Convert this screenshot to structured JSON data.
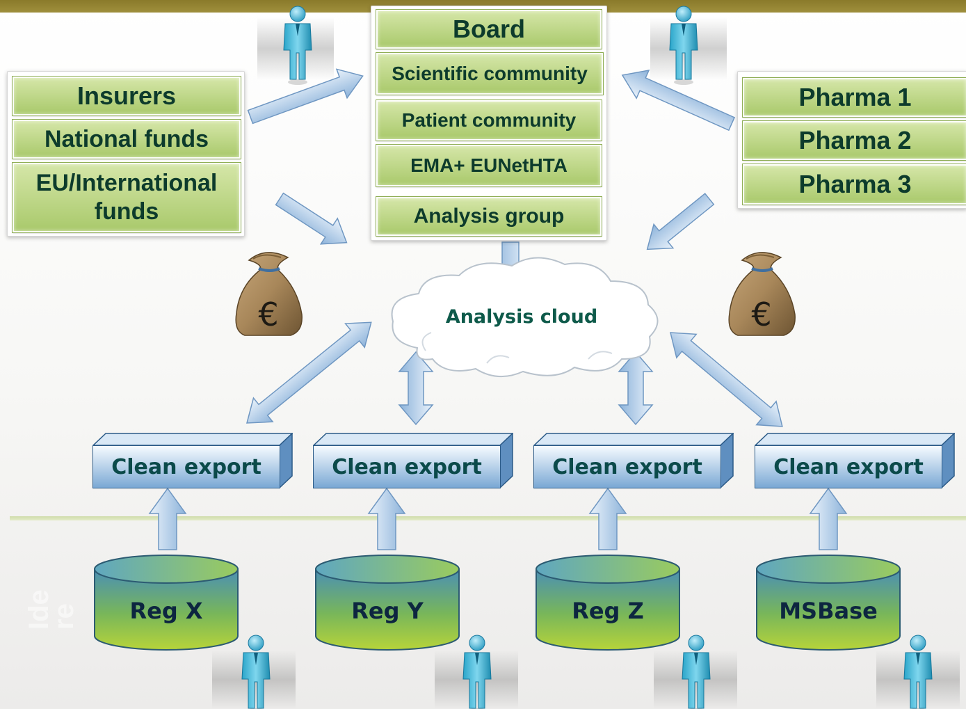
{
  "colors": {
    "top_bar": "#8f7f30",
    "green_box": "#b8d47e",
    "green_text": "#0d3b2c",
    "blue_box": "#9fc2e4",
    "cyan_text": "#0b4a4a"
  },
  "top_center": {
    "items": [
      "Board",
      "Scientific community",
      "Patient community",
      "EMA+ EUNetHTA",
      "Analysis group"
    ]
  },
  "left_funders": {
    "items": [
      "Insurers",
      "National funds",
      "EU/International funds"
    ]
  },
  "right_pharma": {
    "items": [
      "Pharma 1",
      "Pharma 2",
      "Pharma 3"
    ]
  },
  "cloud": {
    "label": "Analysis cloud"
  },
  "exports": [
    {
      "label": "Clean export"
    },
    {
      "label": "Clean export"
    },
    {
      "label": "Clean export"
    },
    {
      "label": "Clean export"
    }
  ],
  "registries": [
    {
      "label": "Reg X"
    },
    {
      "label": "Reg Y"
    },
    {
      "label": "Reg Z"
    },
    {
      "label": "MSBase"
    }
  ],
  "icons": {
    "person": "person-icon",
    "money": "money-bag-euro-icon",
    "euro_symbol": "€"
  },
  "partial_text": "Ide\nre"
}
